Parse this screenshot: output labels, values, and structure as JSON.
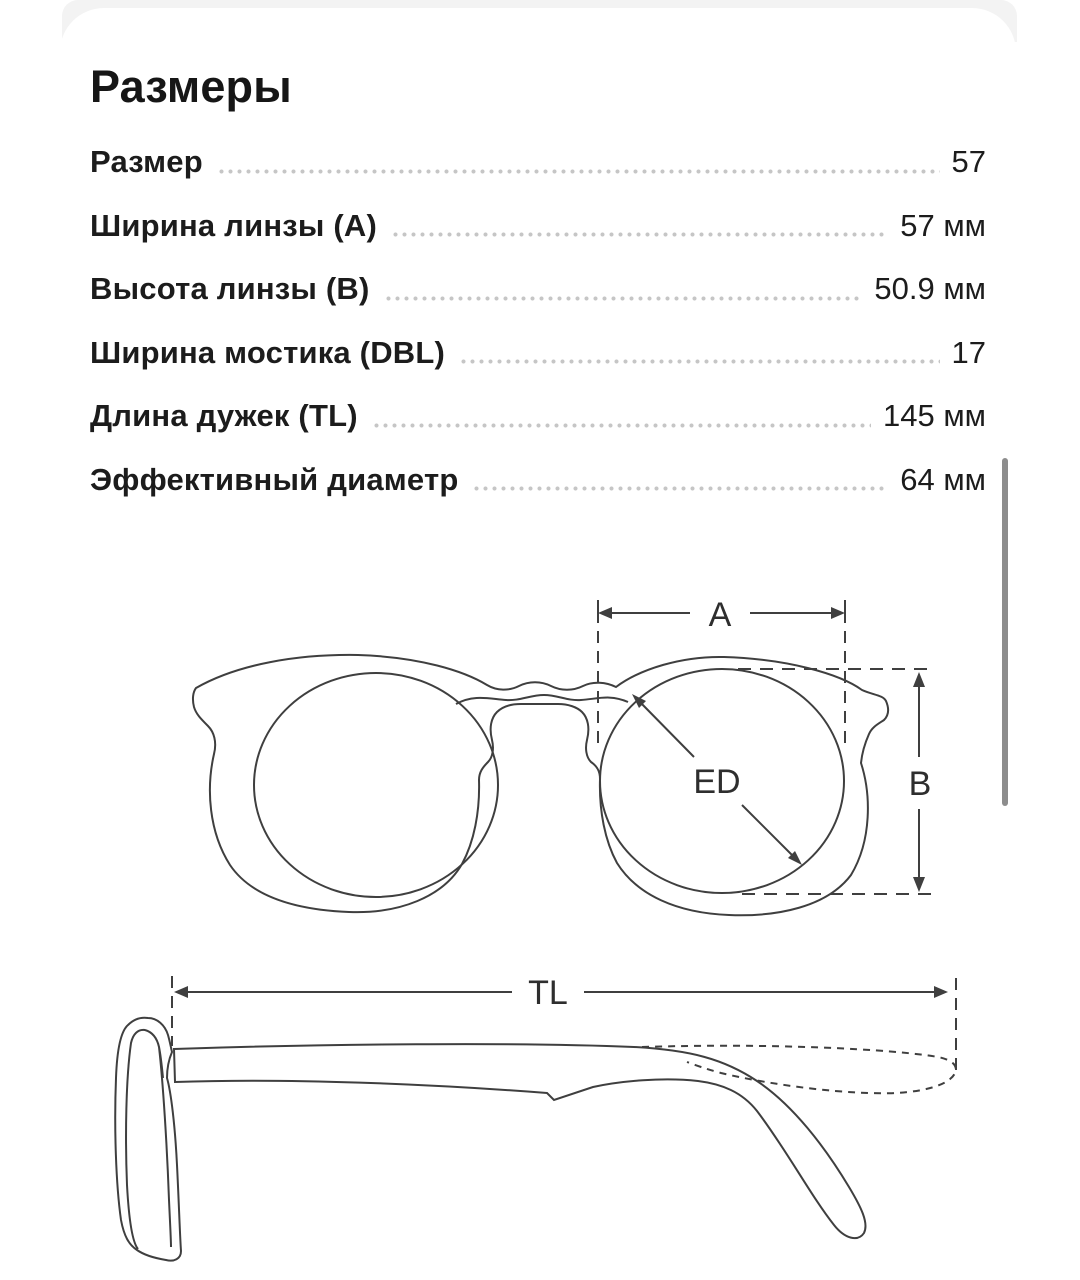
{
  "sheet": {
    "title": "Размеры",
    "specs": [
      {
        "label": "Размер",
        "value": "57"
      },
      {
        "label": "Ширина линзы (A)",
        "value": "57 мм"
      },
      {
        "label": "Высота линзы (B)",
        "value": "50.9 мм"
      },
      {
        "label": "Ширина мостика (DBL)",
        "value": "17"
      },
      {
        "label": "Длина дужек (TL)",
        "value": "145 мм"
      },
      {
        "label": "Эффективный диаметр",
        "value": "64 мм"
      }
    ]
  },
  "diagram": {
    "front": {
      "lens_width_label": "A",
      "lens_height_label": "B",
      "effective_diameter_label": "ED"
    },
    "side": {
      "temple_length_label": "TL"
    }
  },
  "colors": {
    "sheet": "#ffffff",
    "backdrop": "#f3f3f3",
    "text": "#1c1c1c",
    "leader_dot": "#c6c6c6",
    "diagram_line": "#3f3f3f",
    "scrollbar": "#8d8d8d"
  }
}
